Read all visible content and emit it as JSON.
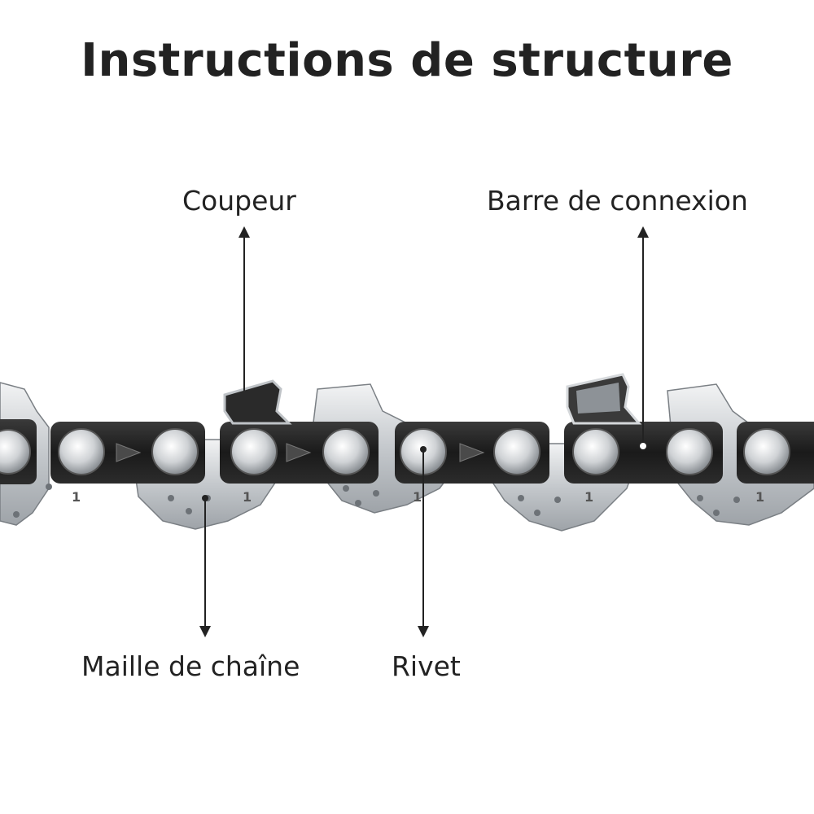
{
  "title": "Instructions de structure",
  "labels": {
    "cutter": "Coupeur",
    "tie_strap": "Barre de connexion",
    "chain_link": "Maille de chaîne",
    "rivet": "Rivet"
  },
  "link_number": "1",
  "colors": {
    "text": "#222222",
    "steel": "#c9ccd0",
    "steel_dark": "#8e9398",
    "black_link": "#1c1c1c",
    "arrow": "#222222"
  }
}
